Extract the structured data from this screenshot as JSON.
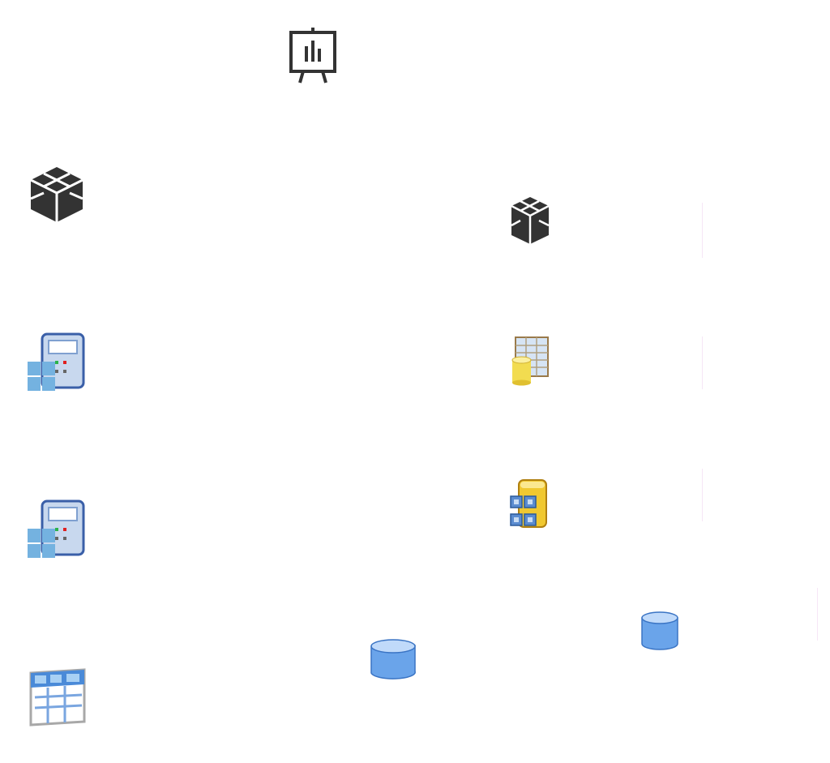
{
  "diagram": {
    "icons": [
      {
        "name": "presentation-board-icon",
        "color": "#333333"
      },
      {
        "name": "cube-icon-large",
        "color": "#333333"
      },
      {
        "name": "cube-icon-small",
        "color": "#333333"
      },
      {
        "name": "calculator-app-icon-1",
        "color": "#3a6db5"
      },
      {
        "name": "calculator-app-icon-2",
        "color": "#3a6db5"
      },
      {
        "name": "table-database-icon",
        "color": "#e8c840"
      },
      {
        "name": "database-grid-icon",
        "color": "#e0b020"
      },
      {
        "name": "table-icon",
        "color": "#4a8ad8"
      },
      {
        "name": "database-cylinder-icon-1",
        "color": "#6aa4ea"
      },
      {
        "name": "database-cylinder-icon-2",
        "color": "#6aa4ea"
      }
    ]
  }
}
